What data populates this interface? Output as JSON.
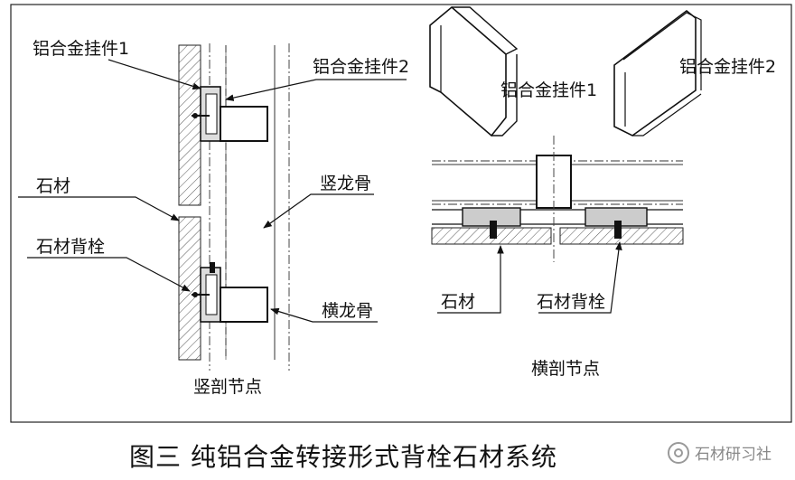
{
  "labels": {
    "bracket1_left": "铝合金挂件1",
    "bracket2_left": "铝合金挂件2",
    "stone_left": "石材",
    "vertical_keel": "竖龙骨",
    "anchor_left": "石材背栓",
    "horizontal_keel": "横龙骨",
    "vertical_section": "竖剖节点",
    "bracket1_right": "铝合金挂件1",
    "bracket2_right": "铝合金挂件2",
    "stone_right": "石材",
    "anchor_right": "石材背栓",
    "horizontal_section": "横剖节点"
  },
  "caption": "图三   纯铝合金转接形式背栓石材系统",
  "watermark": "石材研习社"
}
